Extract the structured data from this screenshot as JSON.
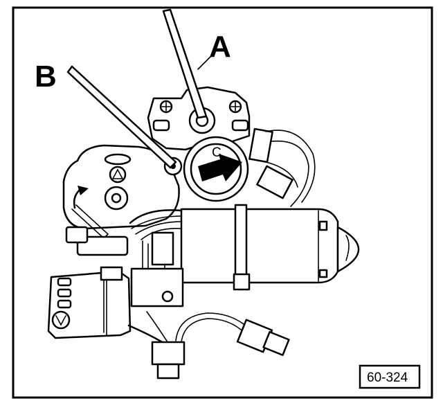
{
  "figure": {
    "callout_a": "A",
    "callout_b": "B",
    "callout_c": "C",
    "reference_code": "60-324"
  },
  "colors": {
    "ink": "#000000",
    "paper": "#ffffff"
  }
}
